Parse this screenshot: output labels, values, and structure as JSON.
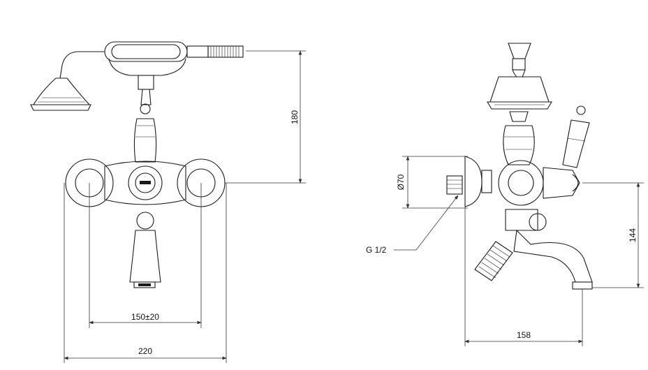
{
  "front_view": {
    "dim_height": "180",
    "dim_centres": "150±20",
    "dim_width": "220"
  },
  "side_view": {
    "dim_diameter": "Ø70",
    "thread_label": "G 1/2",
    "dim_height": "144",
    "dim_projection": "158"
  }
}
